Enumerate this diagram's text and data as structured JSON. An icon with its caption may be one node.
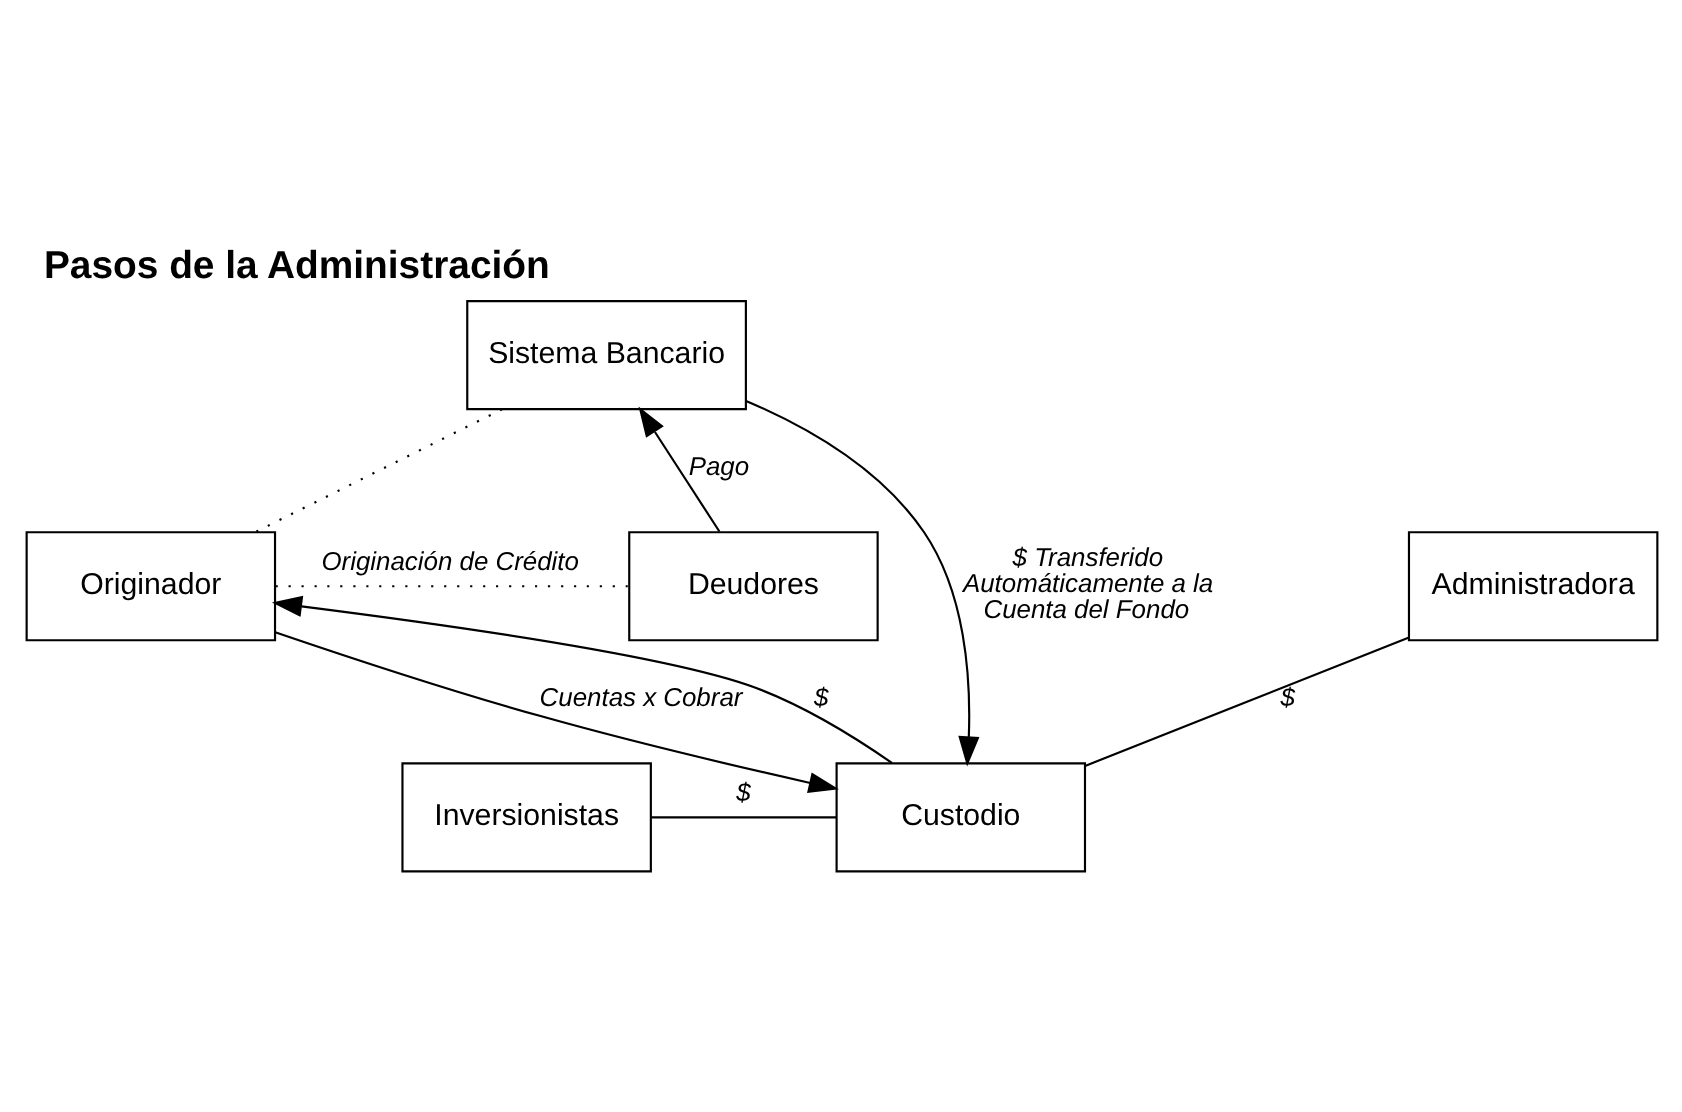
{
  "diagram": {
    "title": "Pasos de la Administración",
    "nodes": [
      {
        "text": [
          "Sistema Bancario"
        ]
      },
      {
        "text": [
          "Originador"
        ]
      },
      {
        "text": [
          "Deudores"
        ]
      },
      {
        "text": [
          "Administradora"
        ]
      },
      {
        "text": [
          "Custodio"
        ]
      },
      {
        "text": [
          "Inversionistas"
        ]
      }
    ],
    "edges": [
      {
        "from": 0,
        "to": 1,
        "arrow": "none",
        "style": "dashed"
      },
      {
        "from": 1,
        "to": 2,
        "arrow": "none",
        "style": "dashed",
        "label": "Originación de Crédito"
      },
      {
        "from": 2,
        "to": 0,
        "arrow": "to",
        "label": "Pago"
      },
      {
        "from": 1,
        "to": 4,
        "arrow": "to",
        "label": "Cuentas x Cobrar"
      },
      {
        "from": 4,
        "to": 1,
        "arrow": "to",
        "label": "$"
      },
      {
        "from": 3,
        "to": 4,
        "arrow": "none",
        "label": "$"
      },
      {
        "from": 5,
        "to": 4,
        "arrow": "none",
        "label": "$"
      },
      {
        "from": 0,
        "to": 4,
        "arrow": "to",
        "label": "$ Transferido Automáticamente a la Cuenta del Fondo"
      }
    ]
  }
}
